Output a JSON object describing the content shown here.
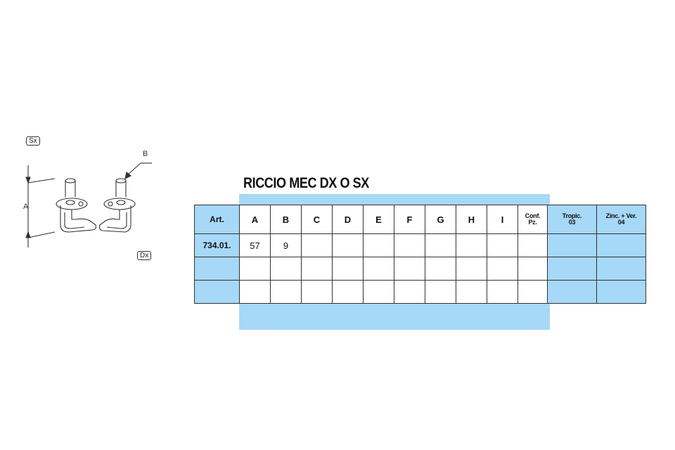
{
  "drawing": {
    "badge_sx": "Sx",
    "badge_dx": "Dx",
    "dim_a": "A",
    "dim_b": "B"
  },
  "title": "RICCIO MEC DX O SX",
  "table": {
    "headers": [
      "Art.",
      "A",
      "B",
      "C",
      "D",
      "E",
      "F",
      "G",
      "H",
      "I"
    ],
    "conf_header": [
      "Conf.",
      "Pz."
    ],
    "tropic_header": [
      "Tropic.",
      "03"
    ],
    "zinc_header": [
      "Zinc. + Ver.",
      "04"
    ],
    "rows": [
      {
        "art": "734.01.",
        "a": "57",
        "b": "9"
      },
      {
        "art": "",
        "a": "",
        "b": ""
      },
      {
        "art": "",
        "a": "",
        "b": ""
      }
    ]
  },
  "colors": {
    "accent_blue": "#a6d8f7",
    "border": "#333333"
  }
}
